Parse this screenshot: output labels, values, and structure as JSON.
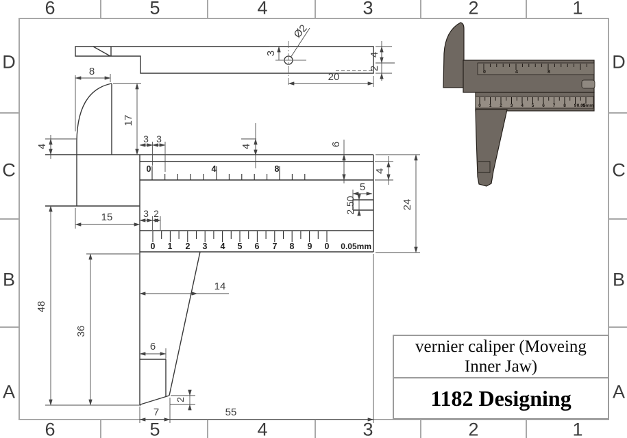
{
  "sheet": {
    "zone_columns": [
      "6",
      "5",
      "4",
      "3",
      "2",
      "1"
    ],
    "zone_rows": [
      "D",
      "C",
      "B",
      "A"
    ]
  },
  "title_block": {
    "title_line1": "vernier caliper (Moveing",
    "title_line2": "Inner Jaw)",
    "designer": "1182 Designing"
  },
  "colors": {
    "frame": "#a8a8a8",
    "drawing_line": "#3a3a3a",
    "caliper_body": "#6f6861",
    "caliper_upper_strip": "#7d766d",
    "caliper_scale_strip": "#958d84",
    "caliper_slot": "#8f8880"
  },
  "top_view": {
    "hole_dia": "Ø2",
    "hole_offset": "3",
    "hole_to_end": "20",
    "thickness_a": "4",
    "thickness_b": "2"
  },
  "front_view": {
    "jaw_width": "8",
    "jaw_height": "17",
    "step_height": "4",
    "offset_a": "3",
    "offset_b": "3",
    "groove_depth": "4",
    "beam_height": "6",
    "face_height": "4",
    "notch_width": "5",
    "notch_height": "2.50",
    "total_height": "24",
    "scale_labels": [
      "0",
      "4",
      "8"
    ]
  },
  "lower_view": {
    "body_width": "15",
    "offset_a": "3",
    "offset_b": "2",
    "overall_height": "48",
    "jaw_height": "36",
    "jaw_taper": "14",
    "notch_width": "6",
    "tip_width": "7",
    "tip_height": "2",
    "overall_length": "55",
    "vernier_labels": [
      "0",
      "1",
      "2",
      "3",
      "4",
      "5",
      "6",
      "7",
      "8",
      "9",
      "0"
    ],
    "vernier_unit": "0.05mm"
  }
}
